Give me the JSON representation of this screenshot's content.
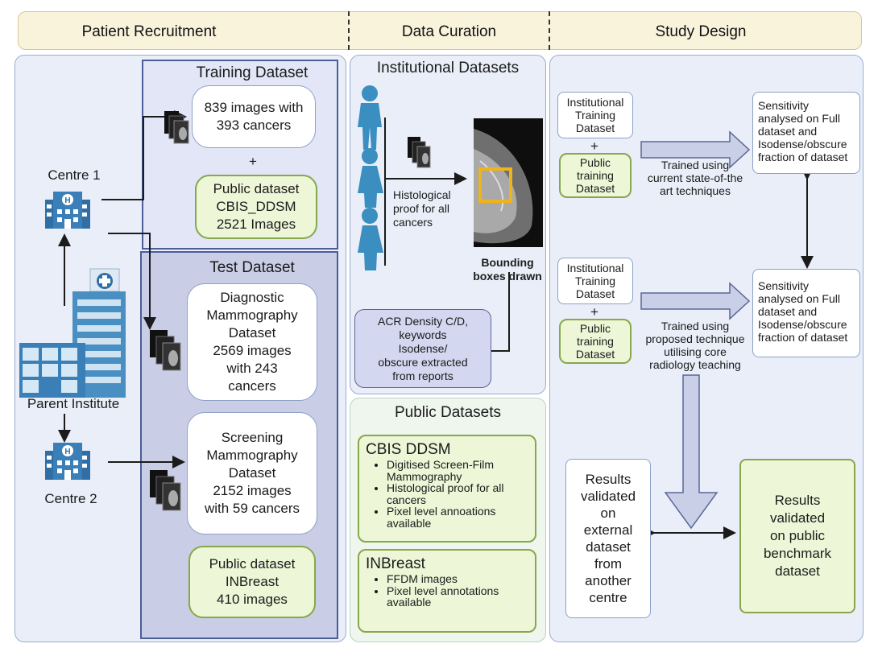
{
  "header": {
    "col1": "Patient Recruitment",
    "col2": "Data Curation",
    "col3": "Study Design"
  },
  "recruitment": {
    "centre1": "Centre 1",
    "centre2": "Centre 2",
    "parent": "Parent Institute",
    "training": {
      "title": "Training Dataset",
      "images_line1": "839 images with",
      "images_line2": "393 cancers",
      "plus": "+",
      "public_line1": "Public dataset",
      "public_line2": "CBIS_DDSM",
      "public_line3": "2521 Images"
    },
    "test": {
      "title": "Test Dataset",
      "diag_line1": "Diagnostic",
      "diag_line2": "Mammography",
      "diag_line3": "Dataset",
      "diag_line4": "2569 images",
      "diag_line5": "with 243",
      "diag_line6": "cancers",
      "screen_line1": "Screening",
      "screen_line2": "Mammography",
      "screen_line3": "Dataset",
      "screen_line4": "2152 images",
      "screen_line5": "with 59 cancers",
      "public_line1": "Public dataset",
      "public_line2": "INBreast",
      "public_line3": "410 images"
    }
  },
  "curation": {
    "institutional_title": "Institutional Datasets",
    "histo_line1": "Histological",
    "histo_line2": "proof for all",
    "histo_line3": "cancers",
    "bbox_line1": "Bounding",
    "bbox_line2": "boxes drawn",
    "acr_line1": "ACR Density C/D,",
    "acr_line2": "keywords",
    "acr_line3": "Isodense/",
    "acr_line4": "obscure extracted",
    "acr_line5": "from reports",
    "public_title": "Public Datasets",
    "cbis": {
      "title": "CBIS DDSM",
      "items": [
        "Digitised Screen-Film Mammography",
        "Histological proof for all cancers",
        "Pixel level annoations available"
      ]
    },
    "inbreast": {
      "title": "INBreast",
      "items": [
        "FFDM images",
        "Pixel level annotations available"
      ]
    }
  },
  "design": {
    "inst1_line1": "Institutional",
    "inst1_line2": "Training",
    "inst1_line3": "Dataset",
    "pub1_line1": "Public",
    "pub1_line2": "training",
    "pub1_line3": "Dataset",
    "plus": "+",
    "trained1_line1": "Trained using",
    "trained1_line2": "current state-of-the",
    "trained1_line3": "art techniques",
    "sens1_line1": "Sensitivity",
    "sens1_line2": "analysed on Full",
    "sens1_line3": "dataset and",
    "sens1_line4": "Isodense/obscure",
    "sens1_line5": "fraction of dataset",
    "inst2_line1": "Institutional",
    "inst2_line2": "Training",
    "inst2_line3": "Dataset",
    "pub2_line1": "Public",
    "pub2_line2": "training",
    "pub2_line3": "Dataset",
    "trained2_line1": "Trained using",
    "trained2_line2": "proposed technique",
    "trained2_line3": "utilising core",
    "trained2_line4": "radiology teaching",
    "sens2_line1": "Sensitivity",
    "sens2_line2": "analysed on Full",
    "sens2_line3": "dataset and",
    "sens2_line4": "Isodense/obscure",
    "sens2_line5": "fraction of dataset",
    "ext_line1": "Results",
    "ext_line2": "validated",
    "ext_line3": "on",
    "ext_line4": "external",
    "ext_line5": "dataset",
    "ext_line6": "from",
    "ext_line7": "another",
    "ext_line8": "centre",
    "bench_line1": "Results",
    "bench_line2": "validated",
    "bench_line3": "on public",
    "bench_line4": "benchmark",
    "bench_line5": "dataset"
  },
  "colors": {
    "panel_fill": "#e9eef8",
    "panel_border": "#9aaed1",
    "header_fill": "#faf3dc",
    "green_fill": "#edf6d7",
    "green_border": "#86a84a",
    "figure_blue": "#3b8ec0",
    "building_blue": "#2f6fa6",
    "highlight_yellow": "#f0b31a"
  }
}
